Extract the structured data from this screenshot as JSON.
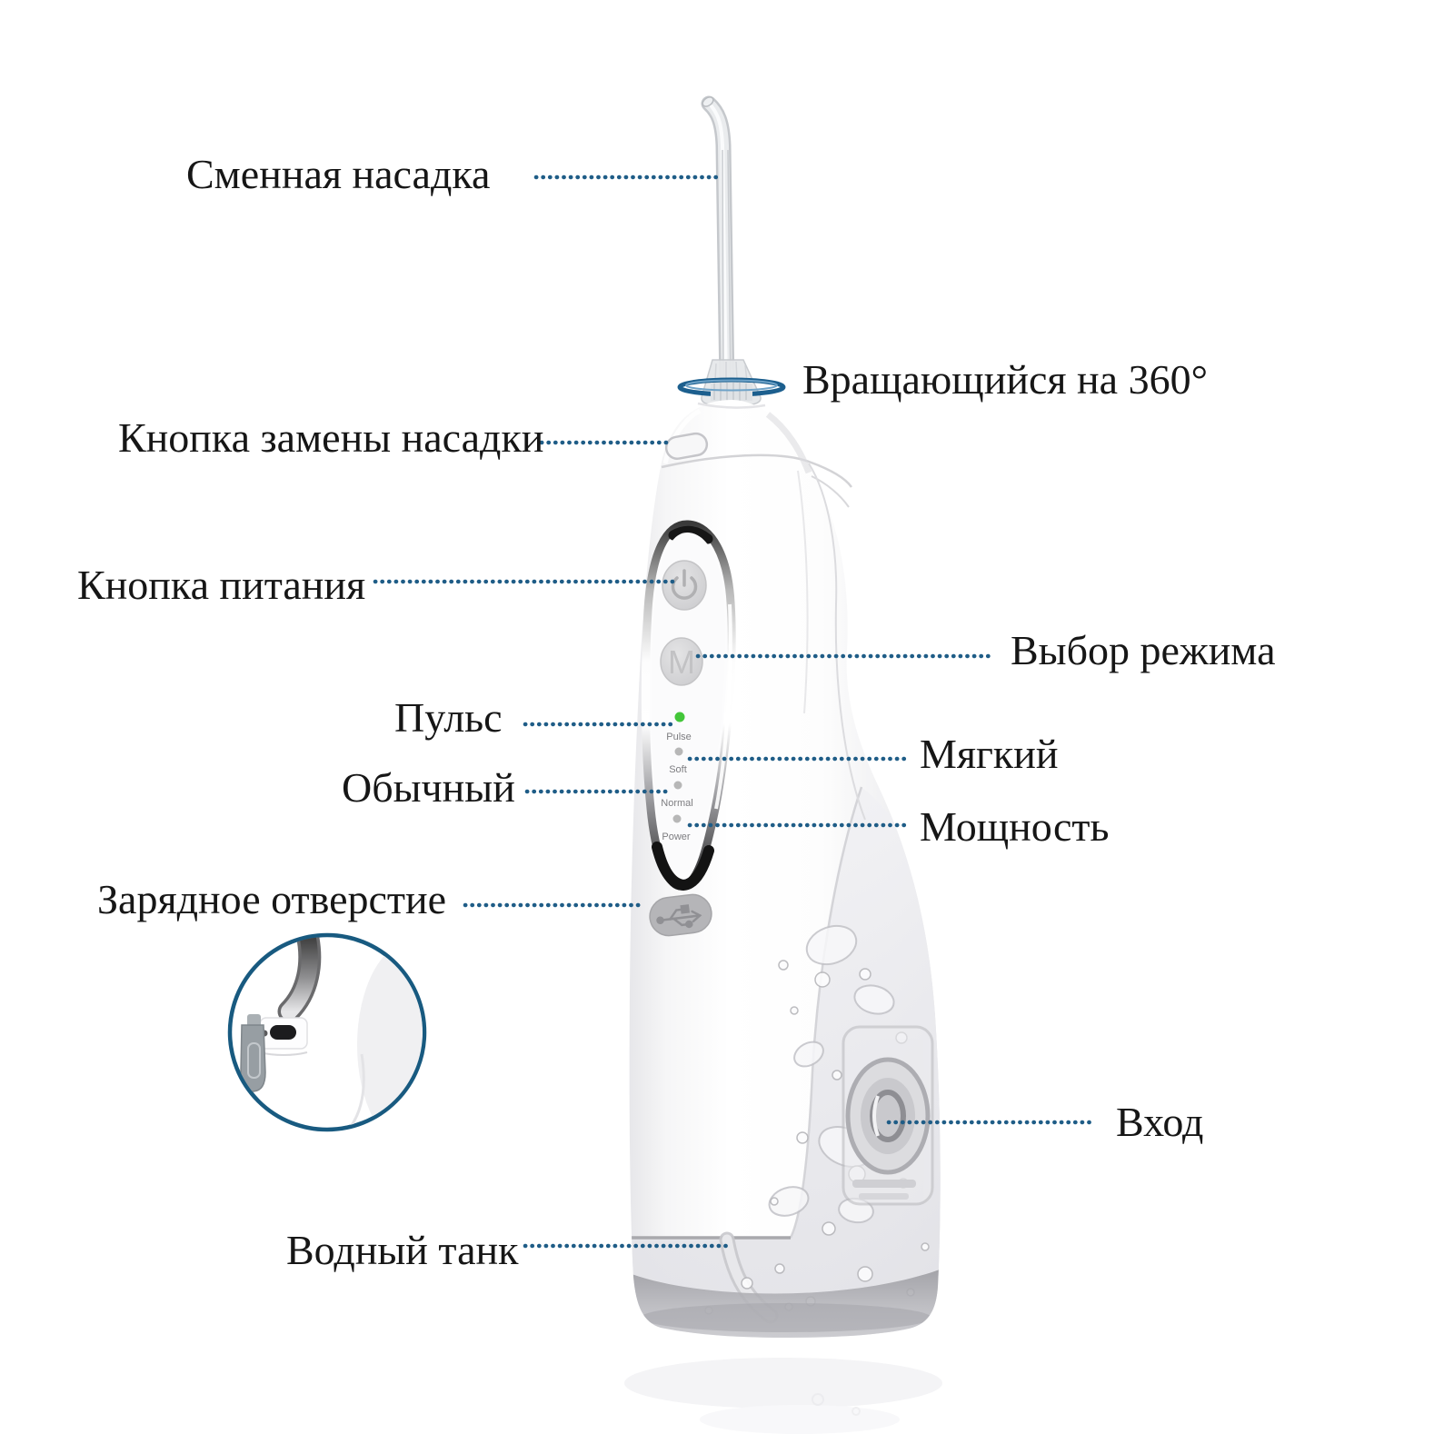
{
  "figure": {
    "type": "product-annotation-diagram",
    "product": "portable water flosser (oral irrigator)",
    "background_color": "#ffffff",
    "label_color": "#161616",
    "leader_line_color": "#1f5d87",
    "accent_ellipse_color": "#1c5f8e",
    "accent_ellipse_highlight": "#6fa3c8",
    "inset_border_color": "#185a80",
    "active_led_glow": "#43c639"
  },
  "labels": {
    "replaceable_nozzle": "Сменная насадка",
    "rotating_360": "Вращающийся на 360°",
    "nozzle_replace_button": "Кнопка замены насадки",
    "power_button": "Кнопка питания",
    "mode_select": "Выбор режима",
    "pulse": "Пульс",
    "soft": "Мягкий",
    "normal": "Обычный",
    "power_mode": "Мощность",
    "charging_port": "Зарядное отверстие",
    "inlet": "Вход",
    "water_tank": "Водный танк"
  },
  "device_panel": {
    "mode_button_label": "M",
    "led_labels": [
      "Pulse",
      "Soft",
      "Normal",
      "Power"
    ],
    "active_led": "Pulse",
    "active_led_color": "#43c639",
    "inactive_led_color": "#b7b7b7"
  }
}
